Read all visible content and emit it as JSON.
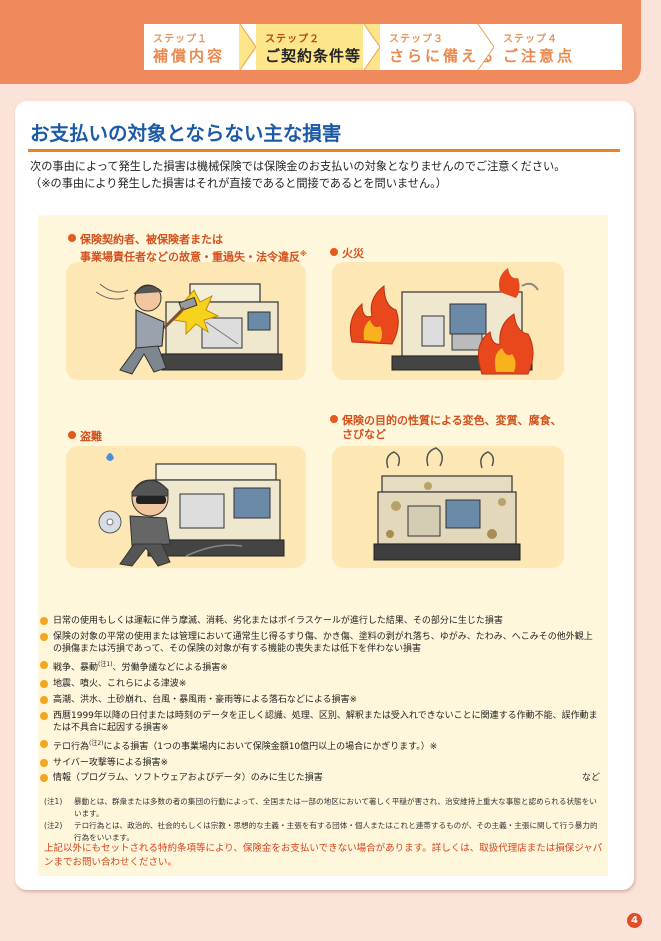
{
  "steps": [
    {
      "num": "ステップ１",
      "name": "補償内容",
      "active": false
    },
    {
      "num": "ステップ２",
      "name": "ご契約条件等",
      "active": true
    },
    {
      "num": "ステップ３",
      "name": "さらに備える",
      "active": false
    },
    {
      "num": "ステップ４",
      "name": "ご注意点",
      "active": false
    }
  ],
  "title": "お支払いの対象とならない主な損害",
  "intro": [
    "次の事由によって発生した損害は機械保険では保険金のお支払いの対象となりませんのでご注意ください。",
    "（※の事由により発生した損害はそれが直接であると間接であるとを問いません。）"
  ],
  "cases": [
    {
      "line1": "保険契約者、被保険者または",
      "line2": "事業場責任者などの故意・重過失・法令違反",
      "mark": "※"
    },
    {
      "line1": "火災",
      "line2": "",
      "mark": ""
    },
    {
      "line1": "盗難",
      "line2": "",
      "mark": ""
    },
    {
      "line1": "保険の目的の性質による変色、変質、腐食、",
      "line2": "さびなど",
      "mark": ""
    }
  ],
  "exclusions": [
    {
      "text": "日常の使用もしくは運転に伴う摩滅、消耗、劣化またはボイラスケールが進行した結果、その部分に生じた損害",
      "sup": "",
      "tail": ""
    },
    {
      "text": "保険の対象の平常の使用または管理において通常生じ得るすり傷、かき傷、塗料の剥がれ落ち、ゆがみ、たわみ、へこみその他外観上の損傷または汚損であって、その保険の対象が有する機能の喪失または低下を伴わない損害",
      "sup": "",
      "tail": ""
    },
    {
      "text": "戦争、暴動",
      "sup": "(注1)",
      "tail": "、労働争議などによる損害※"
    },
    {
      "text": "地震、噴火、これらによる津波※",
      "sup": "",
      "tail": ""
    },
    {
      "text": "高潮、洪水、土砂崩れ、台風・暴風雨・豪雨等による落石などによる損害※",
      "sup": "",
      "tail": ""
    },
    {
      "text": "西暦1999年以降の日付または時刻のデータを正しく認識、処理、区別、解釈または受入れできないことに関連する作動不能、誤作動または不具合に起因する損害※",
      "sup": "",
      "tail": ""
    },
    {
      "text": "テロ行為",
      "sup": "(注2)",
      "tail": "による損害（1つの事業場内において保険金額10億円以上の場合にかぎります。）※"
    },
    {
      "text": "サイバー攻撃等による損害※",
      "sup": "",
      "tail": ""
    },
    {
      "text": "情報（プログラム、ソフトウェアおよびデータ）のみに生じた損害",
      "sup": "",
      "tail": ""
    }
  ],
  "etc": "など",
  "notes": [
    {
      "label": "(注1)",
      "text": "暴動とは、群衆または多数の者の集団の行動によって、全国または一部の地区において著しく平穏が害され、治安維持上重大な事態と認められる状態をいいます。"
    },
    {
      "label": "(注2)",
      "text": "テロ行為とは、政治的、社会的もしくは宗教・思想的な主義・主張を有する団体・個人またはこれと連帯するものが、その主義・主張に関して行う暴力的行為をいいます。"
    }
  ],
  "footer": "上記以外にもセットされる特約条項等により、保険金をお支払いできない場合があります。詳しくは、取扱代理店または損保ジャパンまでお問い合わせください。",
  "page_number": "4"
}
